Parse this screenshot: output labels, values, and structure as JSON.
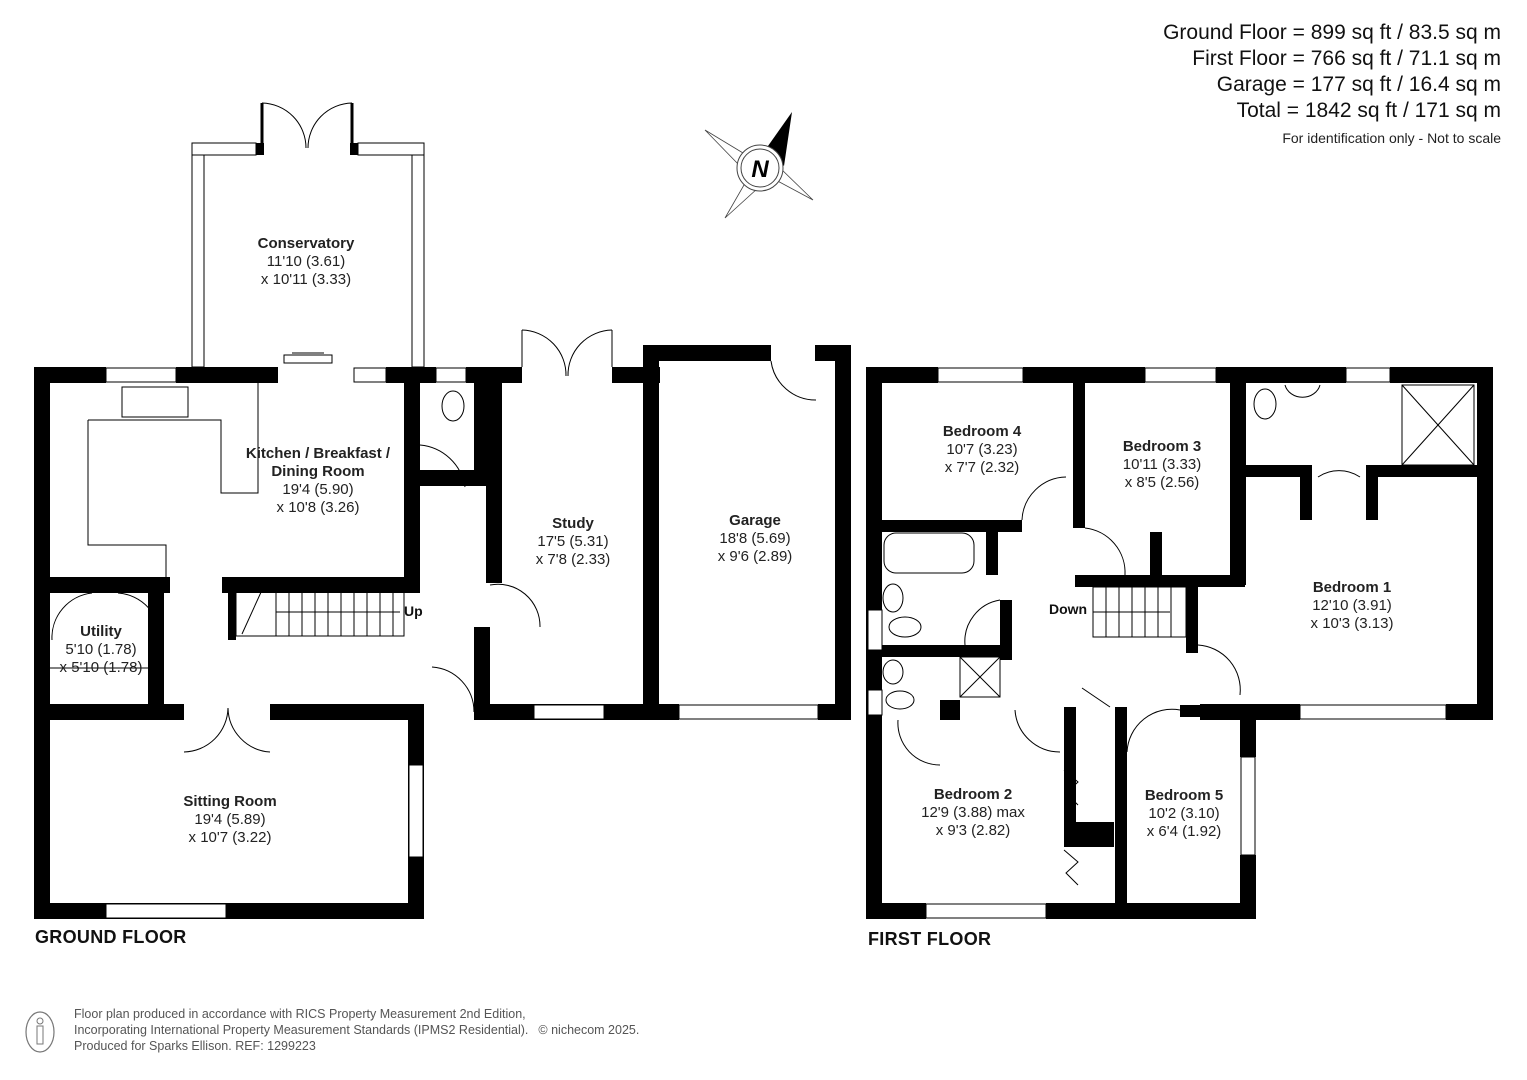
{
  "areas": {
    "ground_floor": "Ground Floor = 899 sq ft / 83.5 sq m",
    "first_floor": "First Floor = 766 sq ft / 71.1 sq m",
    "garage": "Garage = 177 sq ft / 16.4 sq m",
    "total": "Total = 1842 sq ft / 171 sq m",
    "note": "For identification only - Not to scale"
  },
  "compass": {
    "icon": "north-compass-icon",
    "label": "N"
  },
  "ground_floor": {
    "label": "GROUND FLOOR",
    "stairs_label": "Up",
    "rooms": {
      "conservatory": {
        "name": "Conservatory",
        "dim1": "11'10 (3.61)",
        "dim2": "x 10'11 (3.33)"
      },
      "kitchen": {
        "name1": "Kitchen / Breakfast /",
        "name2": "Dining Room",
        "dim1": "19'4 (5.90)",
        "dim2": "x 10'8 (3.26)"
      },
      "utility": {
        "name": "Utility",
        "dim1": "5'10 (1.78)",
        "dim2": "x 5'10 (1.78)"
      },
      "sitting": {
        "name": "Sitting Room",
        "dim1": "19'4 (5.89)",
        "dim2": "x 10'7 (3.22)"
      },
      "study": {
        "name": "Study",
        "dim1": "17'5 (5.31)",
        "dim2": "x 7'8 (2.33)"
      },
      "garage": {
        "name": "Garage",
        "dim1": "18'8 (5.69)",
        "dim2": "x 9'6 (2.89)"
      }
    }
  },
  "first_floor": {
    "label": "FIRST FLOOR",
    "stairs_label": "Down",
    "rooms": {
      "bedroom1": {
        "name": "Bedroom 1",
        "dim1": "12'10 (3.91)",
        "dim2": "x 10'3 (3.13)"
      },
      "bedroom2": {
        "name": "Bedroom 2",
        "dim1": "12'9 (3.88) max",
        "dim2": "x 9'3 (2.82)"
      },
      "bedroom3": {
        "name": "Bedroom 3",
        "dim1": "10'11 (3.33)",
        "dim2": "x 8'5 (2.56)"
      },
      "bedroom4": {
        "name": "Bedroom 4",
        "dim1": "10'7 (3.23)",
        "dim2": "x 7'7 (2.32)"
      },
      "bedroom5": {
        "name": "Bedroom 5",
        "dim1": "10'2 (3.10)",
        "dim2": "x 6'4 (1.92)"
      }
    }
  },
  "footer": {
    "line1": "Floor plan produced in accordance with RICS Property Measurement 2nd Edition,",
    "line2": "Incorporating International Property Measurement Standards (IPMS2 Residential).",
    "copyright": "© nichecom 2025.",
    "line3": "Produced for Sparks Ellison.   REF: 1299223"
  }
}
